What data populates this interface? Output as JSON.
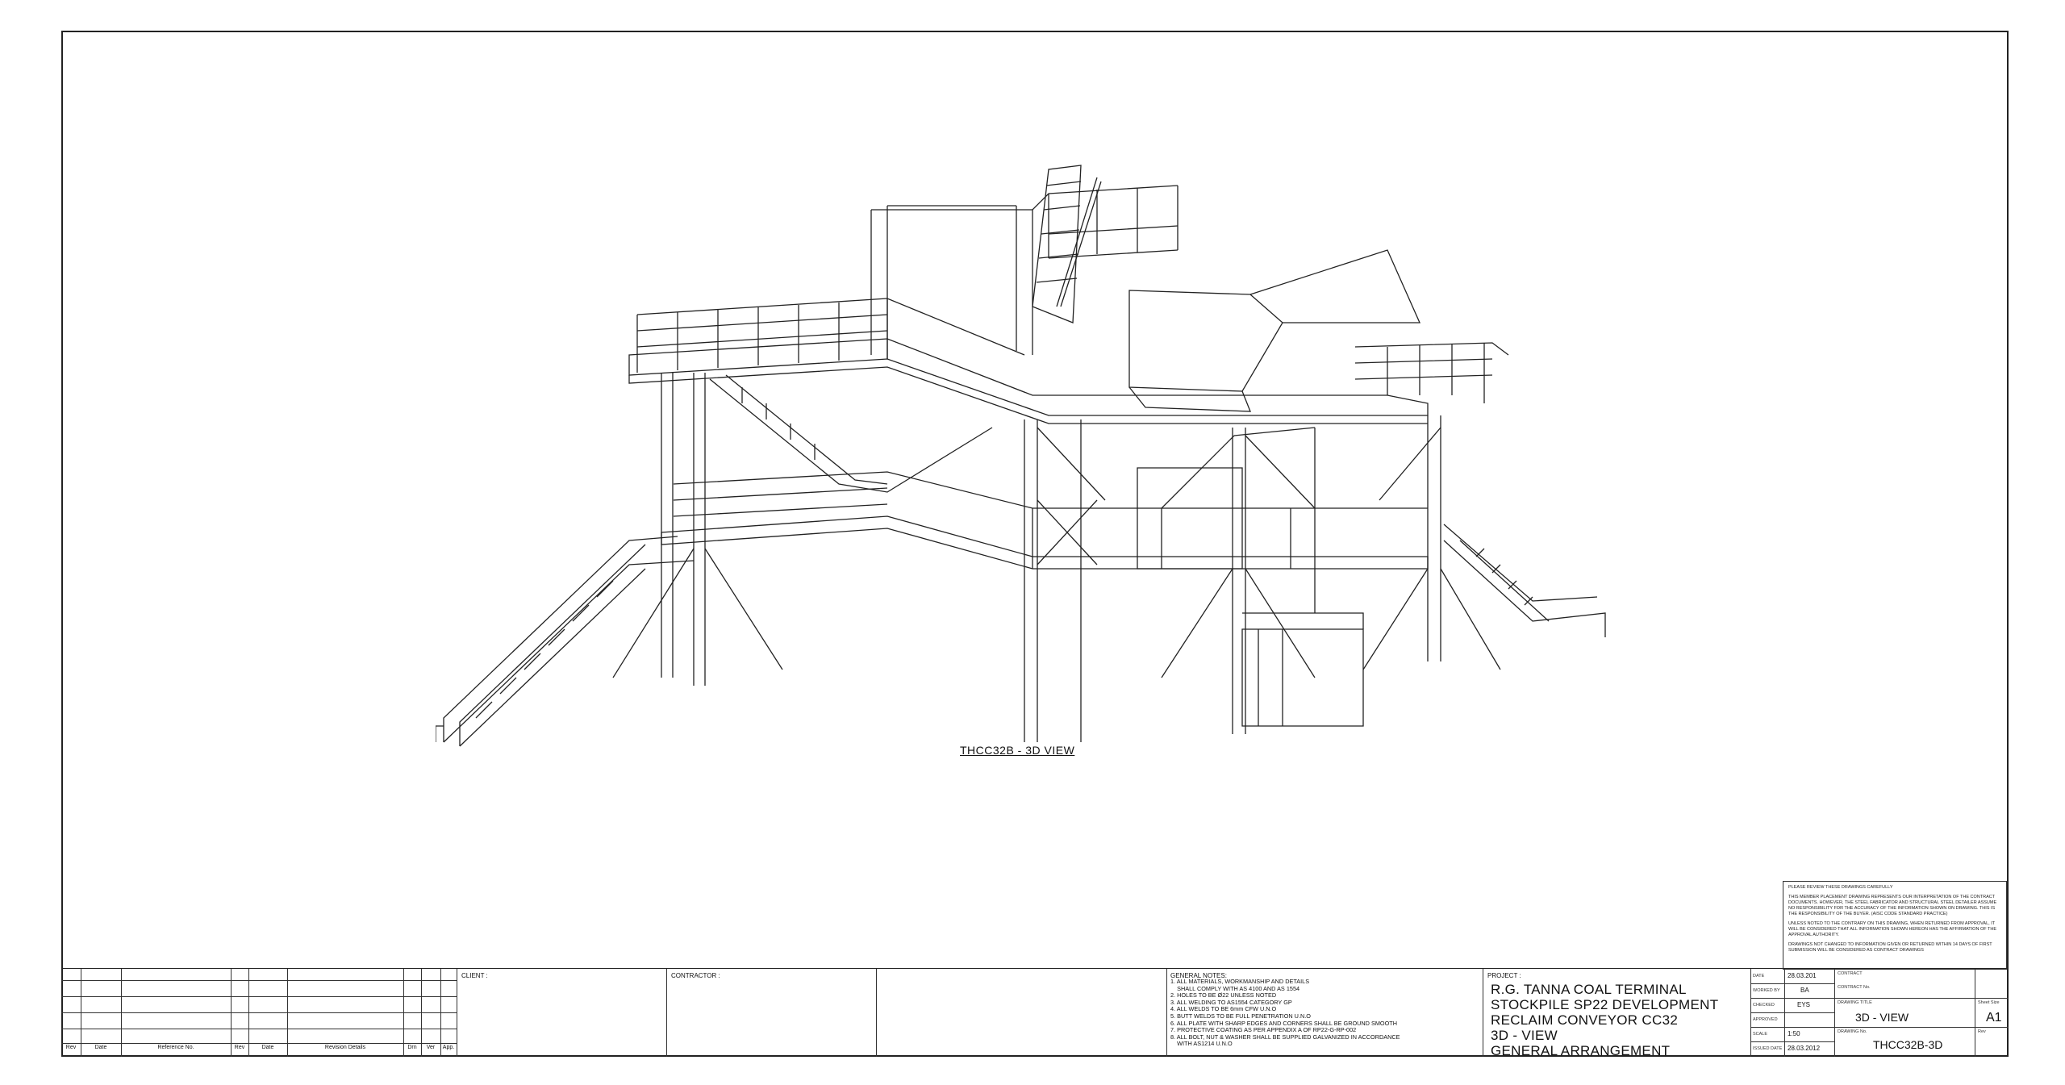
{
  "view_title": "THCC32B - 3D VIEW",
  "approval_box": {
    "heading": "PLEASE REVIEW THESE DRAWINGS CAREFULLY",
    "para1": "THIS MEMBER PLACEMENT DRAWING REPRESENTS OUR INTERPRETATION OF THE CONTRACT DOCUMENTS. HOWEVER, THE STEEL FABRICATOR AND STRUCTURAL STEEL DETAILER ASSUME NO RESPONSIBILITY FOR THE ACCURACY OF THE INFORMATION SHOWN ON DRAWING. THIS IS THE RESPONSIBILITY OF THE BUYER. (AISC CODE STANDARD PRACTICE)",
    "para2": "UNLESS NOTED TO THE CONTRARY ON THIS DRAWING, WHEN RETURNED FROM APPROVAL, IT WILL BE CONSIDERED THAT ALL INFORMATION SHOWN HEREON HAS THE AFFIRMATION OF THE APPROVAL AUTHORITY.",
    "para3": "DRAWINGS NOT CHANGED TO INFORMATION GIVEN OR RETURNED WITHIN 14 DAYS OF FIRST SUBMISSION WILL BE CONSIDERED AS CONTRACT DRAWINGS"
  },
  "revision_table": {
    "headers": [
      "Rev",
      "Date",
      "Reference No.",
      "Rev",
      "Date",
      "Revision Details",
      "Drn",
      "Ver",
      "App."
    ]
  },
  "client_label": "CLIENT :",
  "contractor_label": "CONTRACTOR :",
  "general_notes": {
    "title": "GENERAL NOTES:",
    "items": [
      "1. ALL MATERIALS, WORKMANSHIP AND DETAILS",
      "    SHALL COMPLY WITH AS 4100 AND AS 1554",
      "2. HOLES TO BE Ø22 UNLESS NOTED",
      "3. ALL WELDING TO AS1554 CATEGORY GP",
      "4. ALL WELDS TO BE 6mm CFW U.N.O",
      "5. BUTT WELDS TO BE FULL PENETRATION U.N.O",
      "6. ALL PLATE WITH SHARP EDGES AND CORNERS SHALL BE GROUND SMOOTH",
      "7. PROTECTIVE COATING AS PER APPENDIX A OF RP22-G-RP-002",
      "8. ALL BOLT, NUT & WASHER SHALL BE SUPPLIED GALVANIZED IN ACCORDANCE",
      "    WITH AS1214 U.N.O"
    ]
  },
  "project": {
    "label": "PROJECT :",
    "lines": [
      "R.G. TANNA COAL TERMINAL",
      "STOCKPILE SP22 DEVELOPMENT",
      "RECLAIM CONVEYOR CC32",
      "3D - VIEW",
      "GENERAL ARRANGEMENT"
    ]
  },
  "info": {
    "date_label": "DATE",
    "date": "28.03.201",
    "worked_by_label": "WORKED BY",
    "worked_by": "BA",
    "checked_label": "CHECKED",
    "checked": "EYS",
    "approved_label": "APPROVED",
    "approved": "",
    "scale_label": "SCALE",
    "scale": "1:50",
    "issued_label": "ISSUED DATE",
    "issued": "28.03.2012",
    "contract_label": "CONTRACT",
    "contract_no_label": "CONTRACT No.",
    "drawing_title_label": "DRAWING TITLE",
    "drawing_title": "3D - VIEW",
    "sheet_size_label": "Sheet Size",
    "sheet_size": "A1",
    "drawing_no_label": "DRAWING No.",
    "drawing_no": "THCC32B-3D",
    "rev_label": "Rev"
  }
}
